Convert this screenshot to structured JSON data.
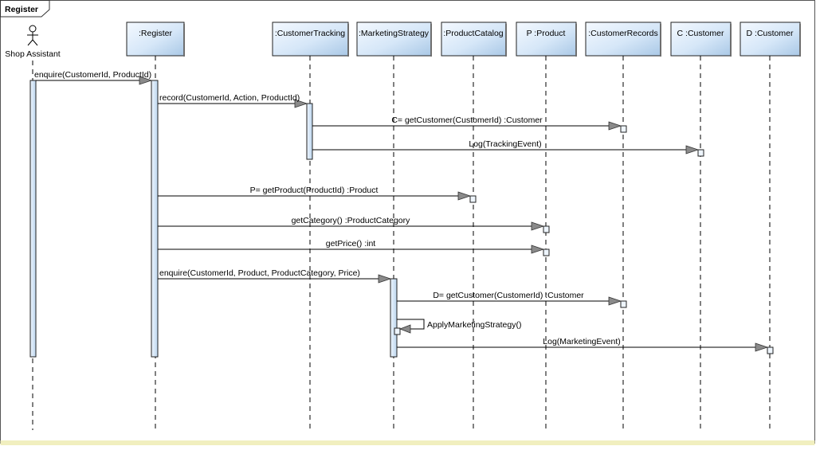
{
  "frame": {
    "title": "Register"
  },
  "actor": {
    "name": "Shop Assistant"
  },
  "lifelines": [
    {
      "id": "register",
      "label": ":Register"
    },
    {
      "id": "ctrack",
      "label": ":CustomerTracking"
    },
    {
      "id": "mstrat",
      "label": ":MarketingStrategy"
    },
    {
      "id": "pcat",
      "label": ":ProductCatalog"
    },
    {
      "id": "product",
      "label": "P :Product"
    },
    {
      "id": "crec",
      "label": ":CustomerRecords"
    },
    {
      "id": "custc",
      "label": "C :Customer"
    },
    {
      "id": "custd",
      "label": "D :Customer"
    }
  ],
  "messages": [
    {
      "from": "actor",
      "to": "register",
      "label": "enquire(CustomerId, ProductId)"
    },
    {
      "from": "register",
      "to": "ctrack",
      "label": "record(CustomerId, Action, ProductId)"
    },
    {
      "from": "ctrack",
      "to": "crec",
      "label": "C= getCustomer(CustomerId) :Customer"
    },
    {
      "from": "ctrack",
      "to": "custc",
      "label": "Log(TrackingEvent)"
    },
    {
      "from": "register",
      "to": "pcat",
      "label": "P= getProduct(ProductId) :Product"
    },
    {
      "from": "register",
      "to": "product",
      "label": "getCategory() :ProductCategory"
    },
    {
      "from": "register",
      "to": "product",
      "label": "getPrice() :int"
    },
    {
      "from": "register",
      "to": "mstrat",
      "label": "enquire(CustomerId, Product, ProductCategory, Price)"
    },
    {
      "from": "mstrat",
      "to": "crec",
      "label": "D= getCustomer(CustomerId) :Customer"
    },
    {
      "from": "mstrat",
      "to": "mstrat",
      "label": "ApplyMarketingStrategy()"
    },
    {
      "from": "mstrat",
      "to": "custd",
      "label": "Log(MarketingEvent)"
    }
  ]
}
